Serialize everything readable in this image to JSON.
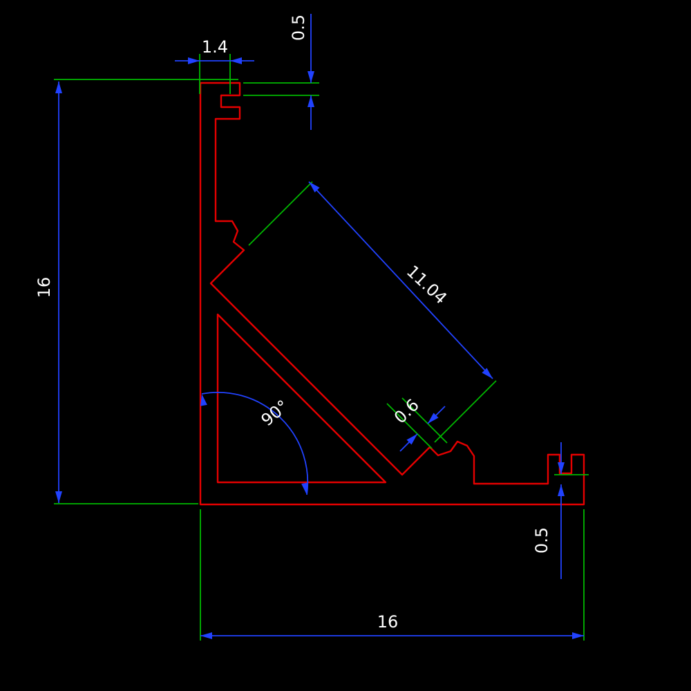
{
  "drawing": {
    "background": "#000000",
    "colors": {
      "profile": "#e60000",
      "extension": "#00b800",
      "dimension": "#2142ff",
      "text": "#ffffff"
    },
    "dimensions": {
      "top_slot_width": {
        "label": "1.4"
      },
      "top_lip_thickness": {
        "label": "0.5"
      },
      "left_height": {
        "label": "16"
      },
      "channel_opening": {
        "label": "11.04"
      },
      "corner_angle": {
        "label": "90°"
      },
      "groove_width": {
        "label": "0.6"
      },
      "right_lip_thickness": {
        "label": "0.5"
      },
      "bottom_width": {
        "label": "16"
      }
    }
  }
}
